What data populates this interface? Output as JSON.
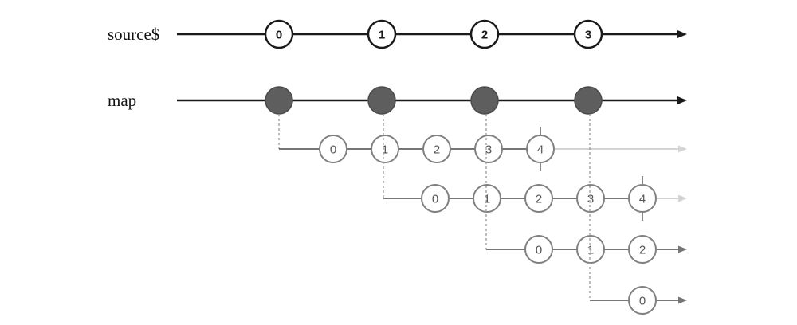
{
  "colors": {
    "main_line": "#1a1a1a",
    "map_node_fill": "#5e5e5e",
    "inner_line": "#767676",
    "inner_node_stroke": "#808080",
    "inner_node_text": "#555555",
    "faded_arrow": "#d4d4d4",
    "connector": "#9a9a9a"
  },
  "rows": [
    {
      "id": "source",
      "label": "source$",
      "values": [
        "0",
        "1",
        "2",
        "3"
      ],
      "filled": false
    },
    {
      "id": "map",
      "label": "map",
      "values": [
        "",
        "",
        "",
        ""
      ],
      "filled": true
    }
  ],
  "inner_streams": [
    {
      "values": [
        "0",
        "1",
        "2",
        "3",
        "4"
      ],
      "completed": true,
      "faded_arrow": true
    },
    {
      "values": [
        "0",
        "1",
        "2",
        "3",
        "4"
      ],
      "completed": true,
      "faded_arrow": true
    },
    {
      "values": [
        "0",
        "1",
        "2"
      ],
      "completed": false,
      "faded_arrow": false
    },
    {
      "values": [
        "0"
      ],
      "completed": false,
      "faded_arrow": false
    }
  ]
}
